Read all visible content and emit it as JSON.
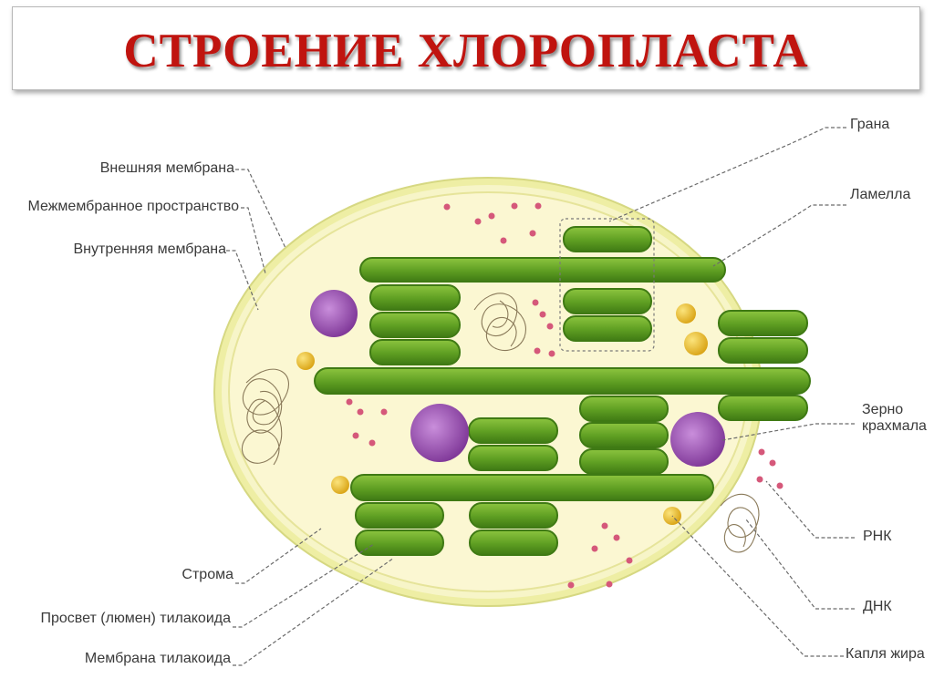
{
  "title": "СТРОЕНИЕ  ХЛОРОПЛАСТА",
  "colors": {
    "title": "#c0140f",
    "stroma": "#fbf7d2",
    "outer_membrane": "#eeeea4",
    "thylakoid": "#6faf2c",
    "thylakoid_dark": "#3f7a14",
    "starch": "#9a4fb0",
    "lipid": "#e8b822",
    "rna": "#d5587a"
  },
  "labels": {
    "outer_membrane": "Внешняя мембрана",
    "intermembrane_space": "Межмембранное пространство",
    "inner_membrane": "Внутренняя мембрана",
    "stroma": "Строма",
    "lumen": "Просвет (люмен) тилакоида",
    "thylakoid_membrane": "Мембрана тилакоида",
    "grana": "Грана",
    "lamella": "Ламелла",
    "starch_line1": "Зерно",
    "starch_line2": "крахмала",
    "rna": "РНК",
    "dna": "ДНК",
    "lipid_drop": "Капля жира"
  }
}
